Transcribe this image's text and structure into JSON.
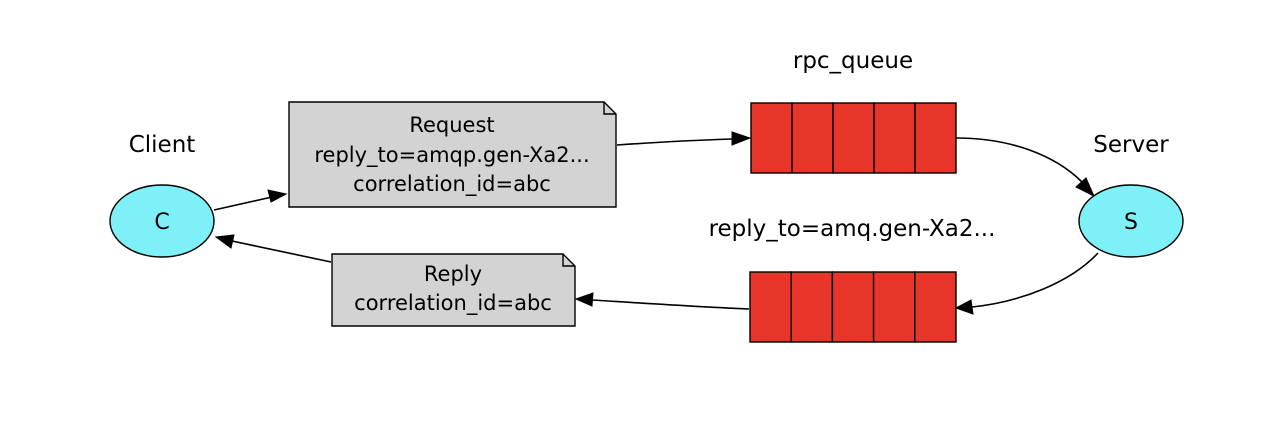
{
  "colors": {
    "node_fill": "#7ef0f7",
    "queue_cell_fill": "#e8352a",
    "note_fill": "#d3d3d3",
    "edge": "#000000"
  },
  "nodes": {
    "client": {
      "title": "Client",
      "letter": "C"
    },
    "server": {
      "title": "Server",
      "letter": "S"
    }
  },
  "queues": {
    "request_queue": {
      "name": "rpc_queue",
      "cells": 5
    },
    "reply_queue": {
      "name": "reply_to=amq.gen-Xa2...",
      "cells": 5
    }
  },
  "messages": {
    "request": {
      "lines": [
        "Request",
        "reply_to=amqp.gen-Xa2...",
        "correlation_id=abc"
      ]
    },
    "reply": {
      "lines": [
        "Reply",
        "correlation_id=abc"
      ]
    }
  }
}
